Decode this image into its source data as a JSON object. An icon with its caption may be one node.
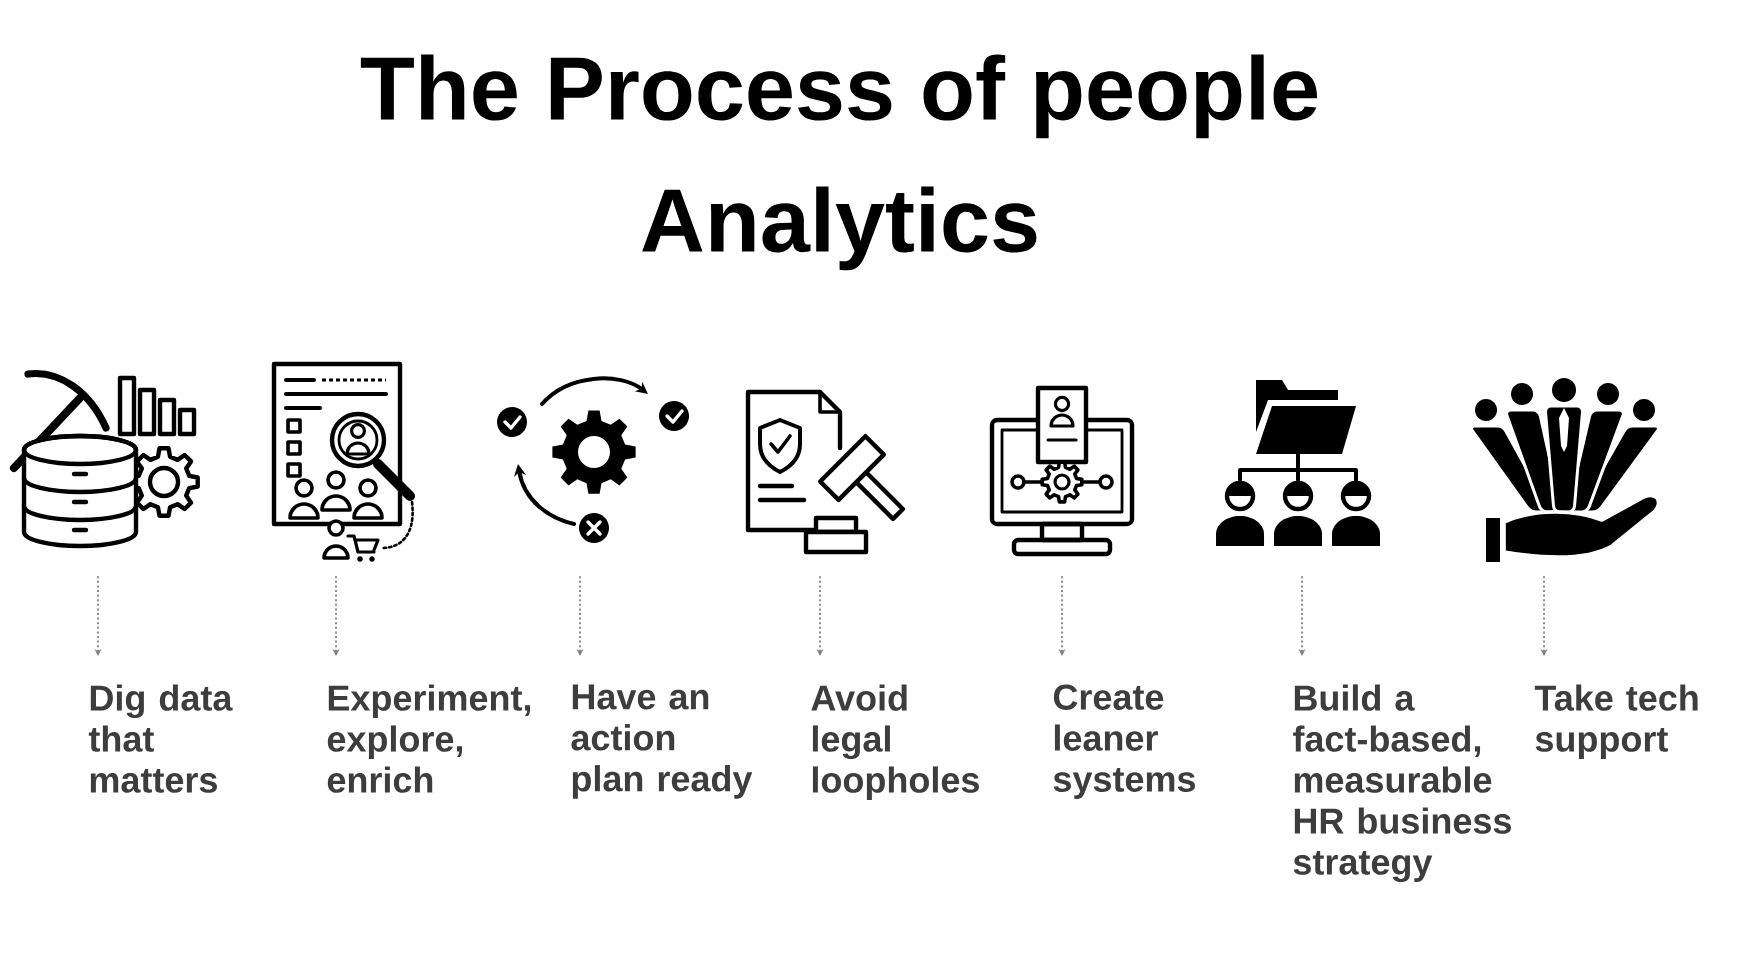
{
  "diagram": {
    "title": "The Process of people Analytics",
    "nodes": [
      {
        "text": [],
        "shape": "picture"
      },
      {
        "text": [],
        "shape": "picture"
      },
      {
        "text": [],
        "shape": "picture"
      },
      {
        "text": [],
        "shape": "picture"
      },
      {
        "text": [],
        "shape": "picture"
      },
      {
        "text": [],
        "shape": "picture"
      },
      {
        "text": [],
        "shape": "picture"
      },
      {
        "text": [
          "Dig data that matters"
        ]
      },
      {
        "text": [
          "Experiment, explore, enrich"
        ]
      },
      {
        "text": [
          "Have an action plan ready"
        ]
      },
      {
        "text": [
          "Avoid legal loopholes"
        ]
      },
      {
        "text": [
          "Create leaner systems"
        ]
      },
      {
        "text": [
          "Build a fact-based, measurable HR business strategy"
        ]
      },
      {
        "text": [
          "Take tech support"
        ]
      }
    ],
    "edges": [
      {
        "from": 0,
        "to": 7,
        "arrow": "to",
        "style": "dashed"
      },
      {
        "from": 1,
        "to": 8,
        "arrow": "to",
        "style": "dashed"
      },
      {
        "from": 2,
        "to": 9,
        "arrow": "to",
        "style": "dashed"
      },
      {
        "from": 3,
        "to": 10,
        "arrow": "to",
        "style": "dashed"
      },
      {
        "from": 4,
        "to": 11,
        "arrow": "to",
        "style": "dashed"
      },
      {
        "from": 5,
        "to": 12,
        "arrow": "to",
        "style": "dashed"
      },
      {
        "from": 6,
        "to": 13,
        "arrow": "to",
        "style": "dashed"
      }
    ]
  }
}
